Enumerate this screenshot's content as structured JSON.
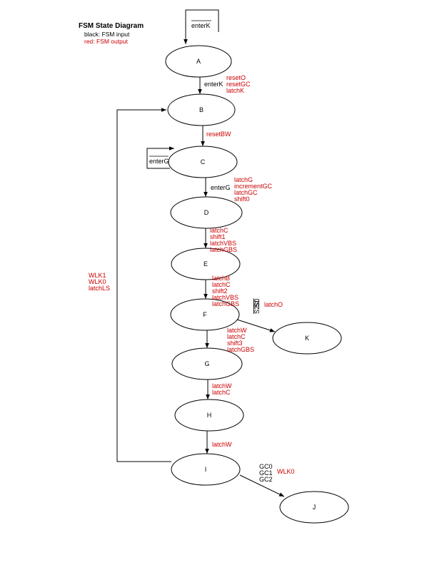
{
  "title": "FSM State Diagram",
  "legend": {
    "input_text": "black:  FSM input",
    "output_text": "red: FSM output",
    "input_color": "#000000",
    "output_color": "#cc0000"
  },
  "states": [
    "A",
    "B",
    "C",
    "D",
    "E",
    "F",
    "G",
    "H",
    "I",
    "J",
    "K"
  ],
  "loops": {
    "a_loop_input": "enterK",
    "c_loop_input": "enterG"
  },
  "transitions": {
    "a_b": {
      "input": "enterK",
      "outputs": [
        "resetO",
        "resetGC",
        "latchK"
      ]
    },
    "b_c": {
      "input": "",
      "outputs": [
        "resetBW"
      ]
    },
    "c_d": {
      "input": "enterG",
      "outputs": [
        "latchG",
        "incrementGC",
        "latchGC",
        "shift0"
      ]
    },
    "d_e": {
      "input": "",
      "outputs": [
        "latchC",
        "shift1",
        "latchVBS",
        "latchGBS"
      ]
    },
    "e_f": {
      "input": "",
      "outputs": [
        "latchB",
        "latchC",
        "shift2",
        "latchVBS",
        "latchGBS"
      ]
    },
    "f_k": {
      "inputs": [
        "S0",
        "S1",
        "S2"
      ],
      "outputs": [
        "latchO"
      ]
    },
    "f_g": {
      "input": "",
      "outputs": [
        "latchW",
        "latchC",
        "shift3",
        "latchGBS"
      ]
    },
    "g_h": {
      "input": "",
      "outputs": [
        "latchW",
        "latchC"
      ]
    },
    "h_i": {
      "input": "",
      "outputs": [
        "latchW"
      ]
    },
    "i_b": {
      "input": "",
      "outputs": [
        "WLK1",
        "WLK0",
        "latchLS"
      ]
    },
    "i_j": {
      "inputs": [
        "GC0",
        "GC1",
        "GC2"
      ],
      "outputs": [
        "WLK0"
      ]
    }
  }
}
